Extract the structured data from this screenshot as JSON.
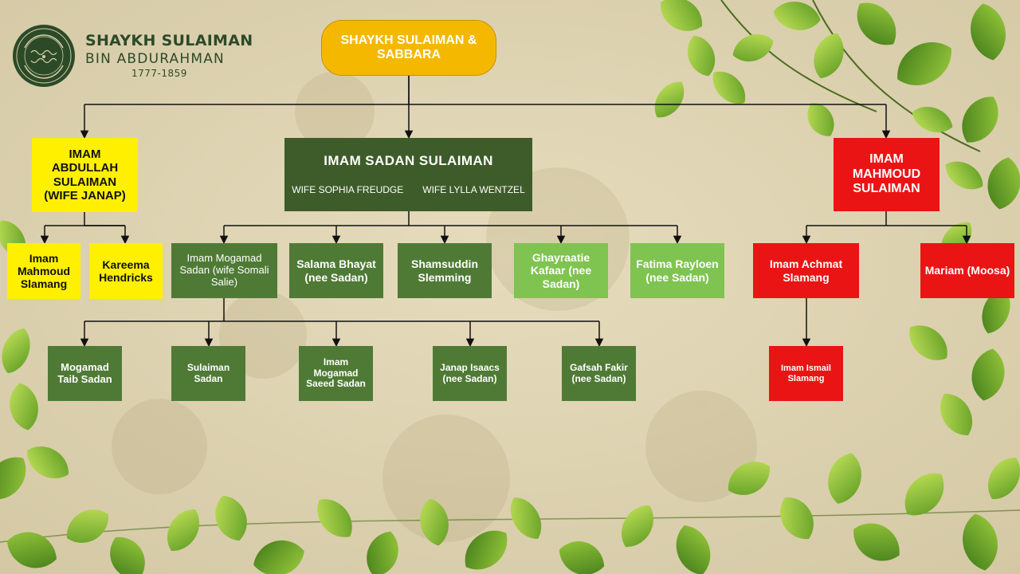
{
  "logo": {
    "name": "SHAYKH SULAIMAN",
    "subname": "BIN ABDURAHMAN",
    "years": "1777-1859"
  },
  "tree": {
    "root": "SHAYKH SULAIMAN & SABBARA",
    "abdullah": "IMAM ABDULLAH SULAIMAN (WIFE JANAP)",
    "sadan": {
      "title": "IMAM SADAN SULAIMAN",
      "wife1": "WIFE SOPHIA FREUDGE",
      "wife2": "WIFE LYLLA WENTZEL"
    },
    "mahmoud": "IMAM MAHMOUD SULAIMAN",
    "mahmoud_slamang": "Imam Mahmoud Slamang",
    "kareema": "Kareema Hendricks",
    "mogamad_sadan": "Imam Mogamad Sadan (wife Somali Salie)",
    "salama": "Salama Bhayat (nee Sadan)",
    "shamsuddin": "Shamsuddin Slemming",
    "ghayraatie": "Ghayraatie Kafaar (nee Sadan)",
    "fatima": "Fatima Rayloen (nee Sadan)",
    "achmat": "Imam Achmat Slamang",
    "mariam": "Mariam (Moosa)",
    "taib": "Mogamad Taib Sadan",
    "sulaiman_sadan": "Sulaiman Sadan",
    "saeed": "Imam Mogamad Saeed Sadan",
    "janap": "Janap Isaacs (nee Sadan)",
    "gafsah": "Gafsah Fakir (nee Sadan)",
    "ismail": "Imam Ismail Slamang"
  },
  "colors": {
    "root": "#f5b800",
    "abdullah_branch": "#fff000",
    "sadan_branch_dark": "#3e5c29",
    "sadan_branch_mid": "#4f7a35",
    "sadan_branch_light": "#7fc450",
    "mahmoud_branch": "#ea1414",
    "background": "#ddd3b4",
    "leaves": "#8cc43c"
  }
}
